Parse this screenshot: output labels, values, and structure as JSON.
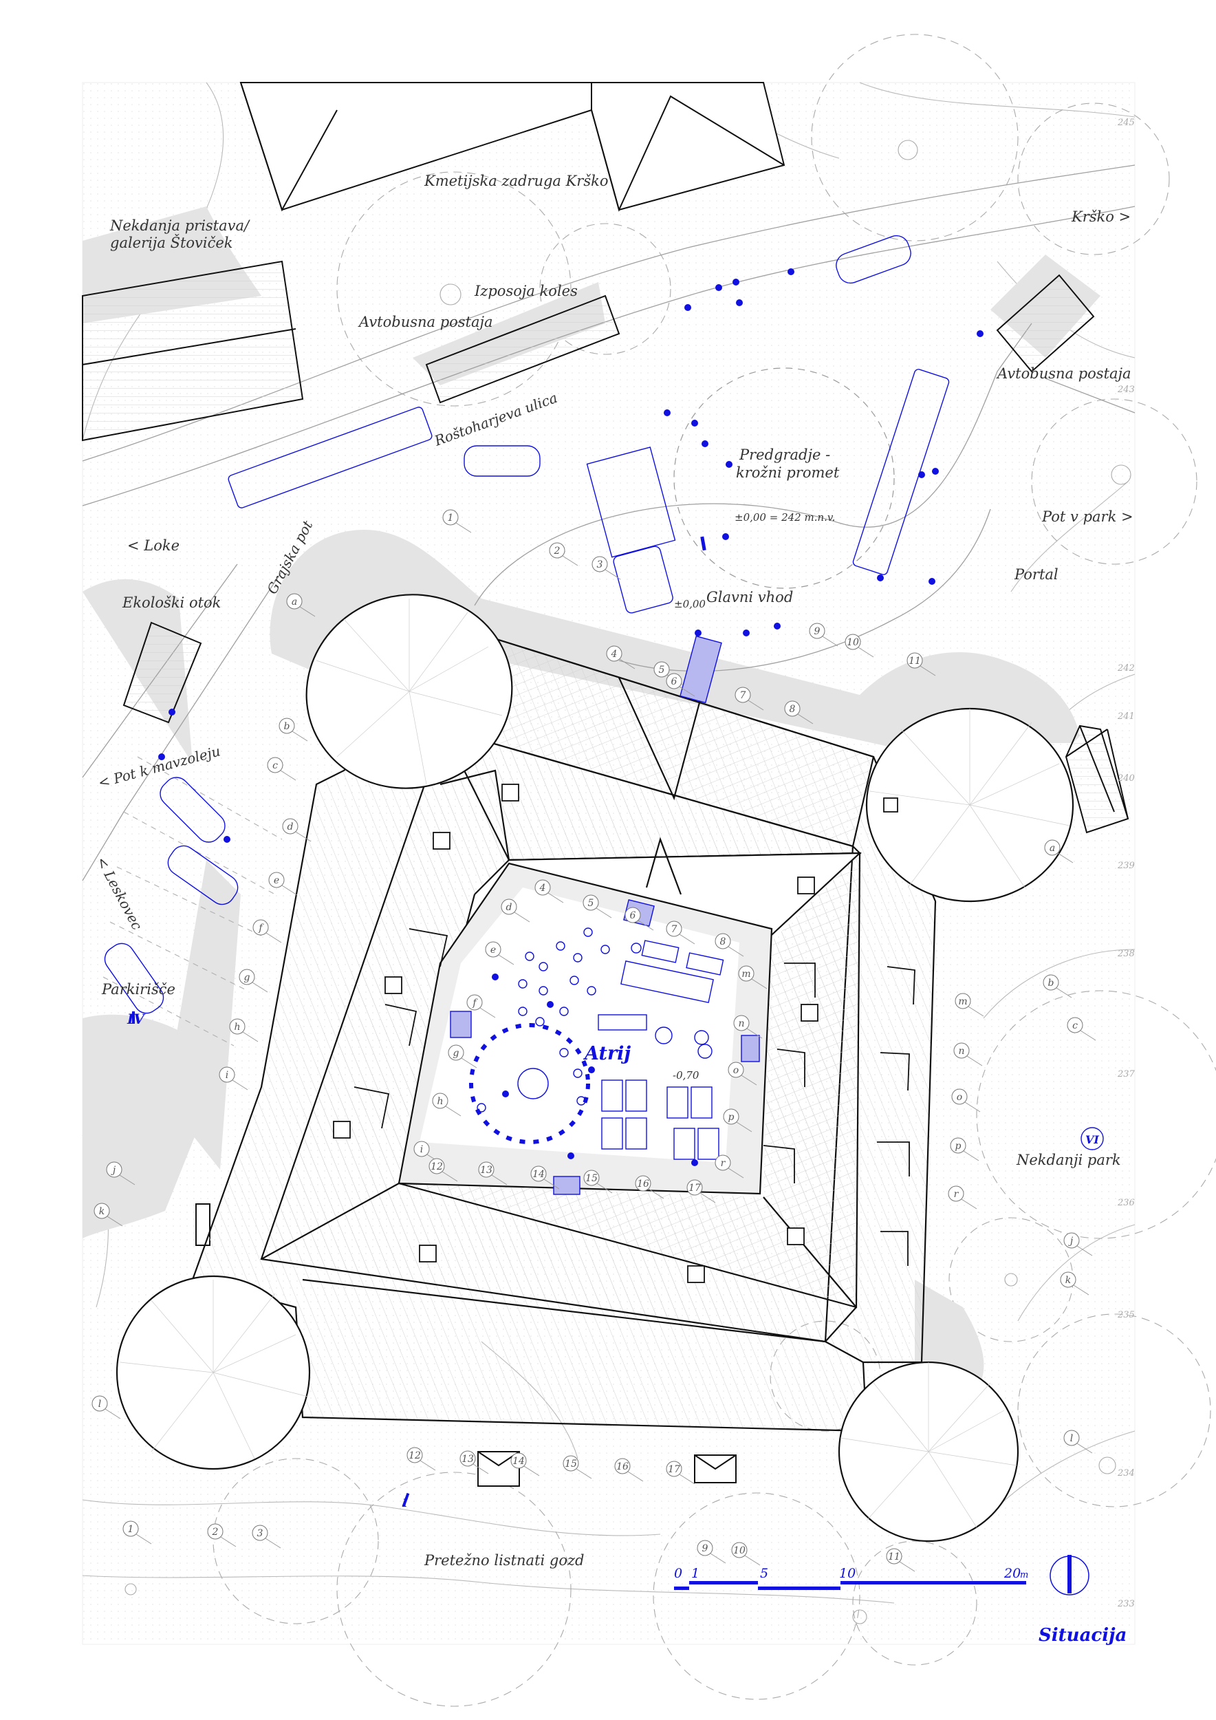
{
  "colors": {
    "accent": "#1010e0",
    "ink": "#111111",
    "light_gray": "#e6e6e6",
    "contour": "#b4b4b4"
  },
  "labels": {
    "kmetijska": "Kmetijska zadruga Krško",
    "krsko": "Krško >",
    "nekdanja_1": "Nekdanja pristava/",
    "nekdanja_2": "galerija Štoviček",
    "izposoja": "Izposoja koles",
    "avtobusna_1": "Avtobusna postaja",
    "avtobusna_2": "Avtobusna postaja",
    "rostoharjeva": "Roštoharjeva ulica",
    "predgradje_1": "Predgradje -",
    "predgradje_2": "krožni promet",
    "elevation": "±0,00 = 242 m.n.v.",
    "pot_v_park": "Pot v park >",
    "portal": "Portal",
    "loke": "< Loke",
    "grajska": "Grajska pot",
    "ekoloski": "Ekološki otok",
    "glavni_vhod": "Glavni vhod",
    "zero": "±0,00",
    "pot_k_mavzoleju": "< Pot k mavzoleju",
    "leskovec": "< Leskovec",
    "parkirisce": "Parkirišče",
    "atrij": "Atrij",
    "atrij_level": "-0,70",
    "nekdanji_park": "Nekdanji park",
    "pretezno": "Pretežno listnati gozd",
    "situacija": "Situacija",
    "section_iv": "IV",
    "section_vi": "VI",
    "section_i": "I"
  },
  "scale_bar": {
    "labels": [
      "0",
      "1",
      "5",
      "10",
      "20"
    ],
    "unit": "m"
  },
  "contour_labels": [
    "245",
    "243",
    "242",
    "241",
    "240",
    "239",
    "238",
    "237",
    "236",
    "235",
    "234",
    "233"
  ],
  "markers": [
    {
      "t": "1"
    },
    {
      "t": "2"
    },
    {
      "t": "3"
    },
    {
      "t": "4"
    },
    {
      "t": "5"
    },
    {
      "t": "6"
    },
    {
      "t": "7"
    },
    {
      "t": "8"
    },
    {
      "t": "9"
    },
    {
      "t": "10"
    },
    {
      "t": "11"
    },
    {
      "t": "a"
    },
    {
      "t": "a"
    },
    {
      "t": "b"
    },
    {
      "t": "c"
    },
    {
      "t": "d"
    },
    {
      "t": "e"
    },
    {
      "t": "f"
    },
    {
      "t": "g"
    },
    {
      "t": "h"
    },
    {
      "t": "i"
    },
    {
      "t": "j"
    },
    {
      "t": "k"
    },
    {
      "t": "l"
    },
    {
      "t": "4"
    },
    {
      "t": "5"
    },
    {
      "t": "6"
    },
    {
      "t": "7"
    },
    {
      "t": "8"
    },
    {
      "t": "d"
    },
    {
      "t": "e"
    },
    {
      "t": "f"
    },
    {
      "t": "g"
    },
    {
      "t": "h"
    },
    {
      "t": "i"
    },
    {
      "t": "12"
    },
    {
      "t": "13"
    },
    {
      "t": "14"
    },
    {
      "t": "15"
    },
    {
      "t": "16"
    },
    {
      "t": "17"
    },
    {
      "t": "m"
    },
    {
      "t": "n"
    },
    {
      "t": "o"
    },
    {
      "t": "p"
    },
    {
      "t": "r"
    },
    {
      "t": "b"
    },
    {
      "t": "c"
    },
    {
      "t": "m"
    },
    {
      "t": "n"
    },
    {
      "t": "o"
    },
    {
      "t": "p"
    },
    {
      "t": "r"
    },
    {
      "t": "j"
    },
    {
      "t": "k"
    },
    {
      "t": "l"
    },
    {
      "t": "12"
    },
    {
      "t": "13"
    },
    {
      "t": "14"
    },
    {
      "t": "15"
    },
    {
      "t": "16"
    },
    {
      "t": "17"
    },
    {
      "t": "1"
    },
    {
      "t": "2"
    },
    {
      "t": "3"
    },
    {
      "t": "9"
    },
    {
      "t": "10"
    },
    {
      "t": "11"
    }
  ]
}
